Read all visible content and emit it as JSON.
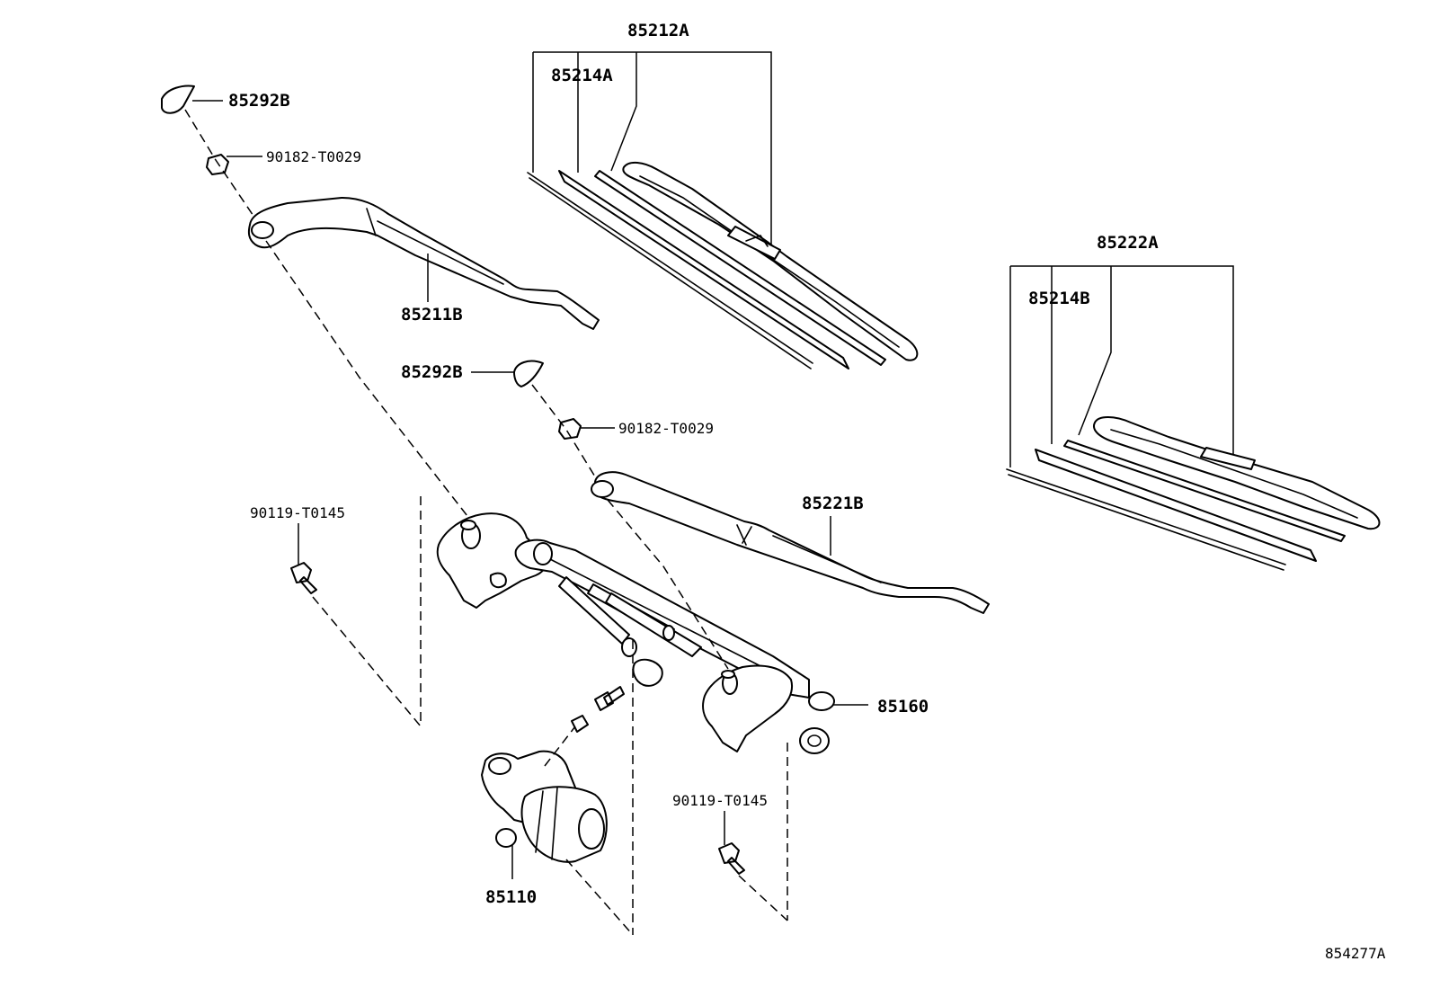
{
  "labels": {
    "blade_assy_front": "85212A",
    "refill_front": "85214A",
    "cap_left": "85292B",
    "nut_left": "90182-T0029",
    "arm_left": "85211B",
    "cap_right": "85292B",
    "nut_right": "90182-T0029",
    "arm_right": "85221B",
    "blade_assy_rear": "85222A",
    "refill_rear": "85214B",
    "bolt_left": "90119-T0145",
    "link_assy": "85160",
    "bolt_right": "90119-T0145",
    "motor": "85110",
    "diagram_id": "854277A"
  }
}
